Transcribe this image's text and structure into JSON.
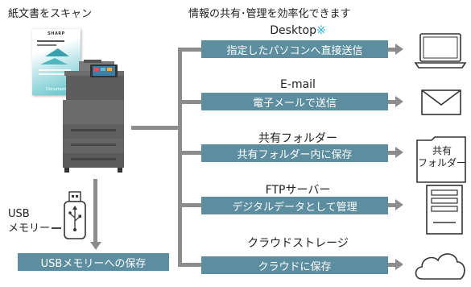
{
  "left_title": "紙文書をスキャン",
  "right_title": "情報の共有･管理を効率化できます",
  "document": {
    "brand": "SHARP",
    "caption": "Document"
  },
  "usb": {
    "label_line1": "USB",
    "label_line2": "メモリー",
    "save_box": "USBメモリーへの保存"
  },
  "destinations": [
    {
      "title": "Desktop",
      "title_mark": "※",
      "box": "指定したパソコンへ直接送信",
      "icon": "laptop-icon"
    },
    {
      "title": "E-mail",
      "box": "電子メールで送信",
      "icon": "envelope-icon"
    },
    {
      "title": "共有フォルダー",
      "box": "共有フォルダー内に保存",
      "icon": "folder-icon",
      "icon_text_line1": "共有",
      "icon_text_line2": "フォルダー"
    },
    {
      "title": "FTPサーバー",
      "box": "デジタルデータとして管理",
      "icon": "server-icon"
    },
    {
      "title": "クラウドストレージ",
      "box": "クラウドに保存",
      "icon": "cloud-icon"
    }
  ],
  "colors": {
    "box_fill": "#5c8ea0",
    "connector": "#8c8c8c",
    "accent_mark": "#2bb0d6"
  }
}
